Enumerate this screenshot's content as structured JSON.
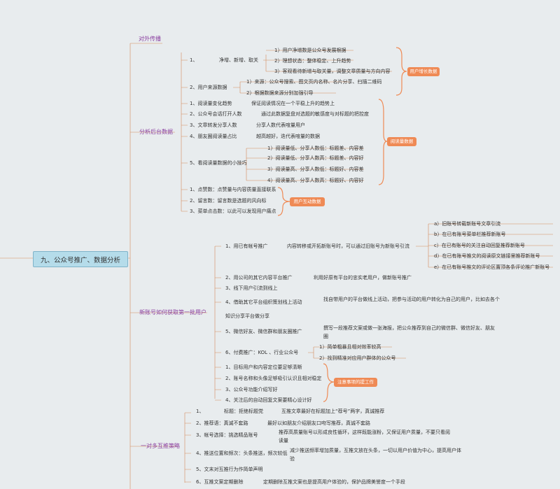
{
  "root": "九、公众号推广、数据分析",
  "categories": {
    "external": "对外传播",
    "analysis": "分析后台数据",
    "newbie": "新账号如何获取第一批用户",
    "mutual": "一对多互推策略"
  },
  "tags": {
    "growth": "用户增长数据",
    "reading": "阅读量数据",
    "interaction": "用户互动数据",
    "notes": "注意事项的提工作"
  },
  "analysis": {
    "item1": "1、",
    "item1_head": "净增、新增、取关",
    "item1_subs": [
      "1）用户净增数是公众号发展根据",
      "2）理想状态：整体稳定、上升趋势",
      "3）客观看待新增与取关量，调整文章质量与方向内容"
    ],
    "item2": "2、用户来源数据",
    "item2_subs": [
      "1）来源：公众号搜索、图文页内名称、名片分享、扫描二维码",
      "2）根据数据来源分别加强引导"
    ],
    "r1": "1、阅读量变化趋势",
    "r1d": "保证阅读情况在一个平稳上升的趋势上",
    "r2": "2、公众号会话打开人数",
    "r2d": "通过此数据复盘对选题的敏感度与对标题的把控度",
    "r3": "3、文章转发分享人数",
    "r3d": "分享人数代表喧量用户",
    "r4": "4、朋友圈阅读量占比",
    "r4d": "越高越好，迭代表喧量的数据",
    "r5": "5、看阅读量数据的小技巧",
    "r5_subs": [
      "1）阅读量低、分享人数低：标题差、内容差",
      "2）阅读量低、分享人数高：标题差、内容好",
      "3）阅读量高、分享人数低：标题好、内容差",
      "4）阅读量高、分享人数高：标题好、内容好"
    ],
    "i1": "1、点赞数：点赞量与内容质量直接联系",
    "i2": "2、留言数：留言数是选题的风向标",
    "i3": "3、菜单点击数：以此可以发现用户痛点"
  },
  "newbie": {
    "n1": "1、用已有帐号推广",
    "n1d": "内容转移或开拓新账号时，可以通过旧账号为新账号引流",
    "n1_subs": [
      "a）旧账号转载新账号文章引流",
      "b）在已有账号菜单栏推荐新账号",
      "c）在已有账号的关注自动回复推荐新账号",
      "d）在已有账号推文的阅读原文链接里推荐新账号",
      "e）在已有账号推文的评论区置顶各条评论推广新账号"
    ],
    "n2": "2、用公司的其它内容平台推广",
    "n2d": "利用好原有平台的忠实老用户，做新账号推广",
    "n3": "3、线下用户引流到线上",
    "n4": "4、借助其它平台组织策划线上活动",
    "n4d": "找自带用户的平台做线上活动，把参与活动的用户转化为自己的用户，比如去各个",
    "n4b": "知识分享平台做分享",
    "n5": "5、微信好友、微信群和朋友圈推广",
    "n5d": "撰写一段推荐文案或做一张海报，把公众推荐到自己的微信群、微信好友、朋友",
    "n5b": "圈",
    "n6": "6、付费推广：KOL 、行业公众号",
    "n6_subs": [
      "1）简单粗暴且相对效率较高",
      "2）找到精准对应用户群体的公众号"
    ],
    "note_items": [
      "1、目标用户和内容定位要足够清晰",
      "2、账号名称和头像足够吸引认识且相对稳定",
      "3、公众号功能介绍写好",
      "4、关注后的自动回复文案要精心设计好"
    ]
  },
  "mutual": {
    "m1": "1、",
    "m1h": "标题：拒绝标题党",
    "m1d": "互推文章最好在标题加上“荐号”两字，真诚推荐",
    "m2": "2、推荐语：真诚不套路",
    "m2d": "最好以如朋友介绍朋友口吻写推荐，真诚不套路",
    "m3": "3、帐号选择：挑选精品账号",
    "m3d": "推荐高质量账号以形成良性循环，这样既能涨粉，又保证用户质量，不要只看阅",
    "m3b": "读量",
    "m4": "4、推送位置和频次：头条推送，频次较低",
    "m4d": "减少推送频率增加质量，互推文放在头条，一切以用户价值为中心，提高用户体",
    "m4b": "验",
    "m5": "5、文末对互推行为作简单声明",
    "m6": "6、互推文案定期删除",
    "m6d": "定期删除互推文案也是提高用户体验的，保护品牌美誉度一个手段"
  }
}
